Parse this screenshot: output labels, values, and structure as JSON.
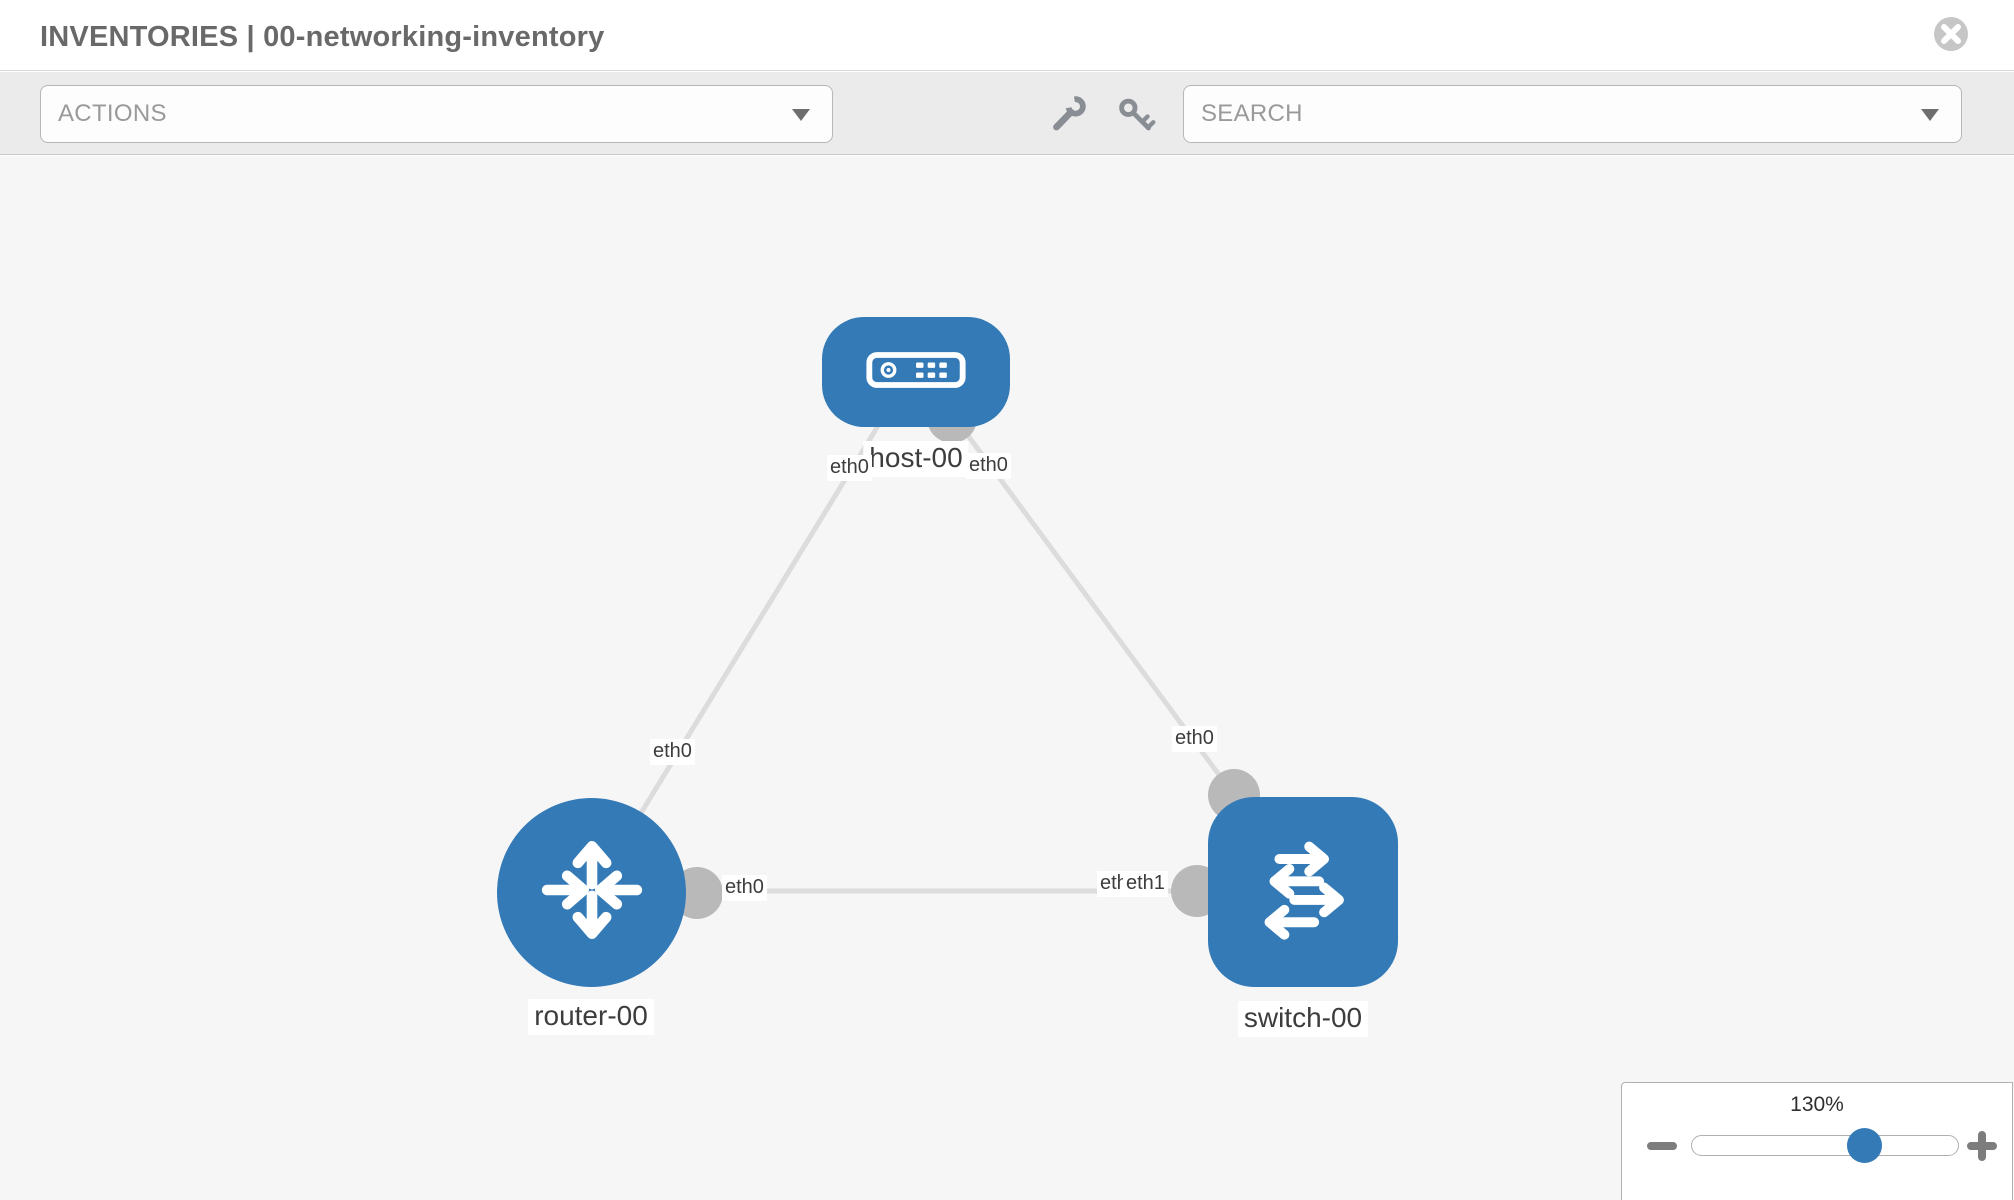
{
  "header": {
    "title": "INVENTORIES | 00-networking-inventory"
  },
  "toolbar": {
    "actions_label": "ACTIONS",
    "search_label": "SEARCH"
  },
  "topology": {
    "nodes": [
      {
        "id": "host-00",
        "type": "host",
        "label": "host-00"
      },
      {
        "id": "router-00",
        "type": "router",
        "label": "router-00"
      },
      {
        "id": "switch-00",
        "type": "switch",
        "label": "switch-00"
      }
    ],
    "interface_labels": [
      {
        "text": "eth0",
        "at": "host-00-left"
      },
      {
        "text": "eth0",
        "at": "host-00-right"
      },
      {
        "text": "eth0",
        "at": "router-00-uplink"
      },
      {
        "text": "eth0",
        "at": "router-00-right"
      },
      {
        "text": "eth0",
        "at": "switch-00-top"
      },
      {
        "text": "eth0",
        "at": "switch-00-left-occluded"
      },
      {
        "text": "eth1",
        "at": "switch-00-left"
      }
    ],
    "links": [
      {
        "source": "host-00",
        "target": "router-00"
      },
      {
        "source": "host-00",
        "target": "switch-00"
      },
      {
        "source": "router-00",
        "target": "switch-00"
      }
    ]
  },
  "zoom_control": {
    "level": "130%"
  },
  "colors": {
    "node_blue": "#337ab7",
    "link_gray": "#dcdcdc",
    "connector_gray": "#b9b9b9",
    "toolbar_gray": "#ebebeb",
    "canvas_gray": "#f6f6f6"
  }
}
